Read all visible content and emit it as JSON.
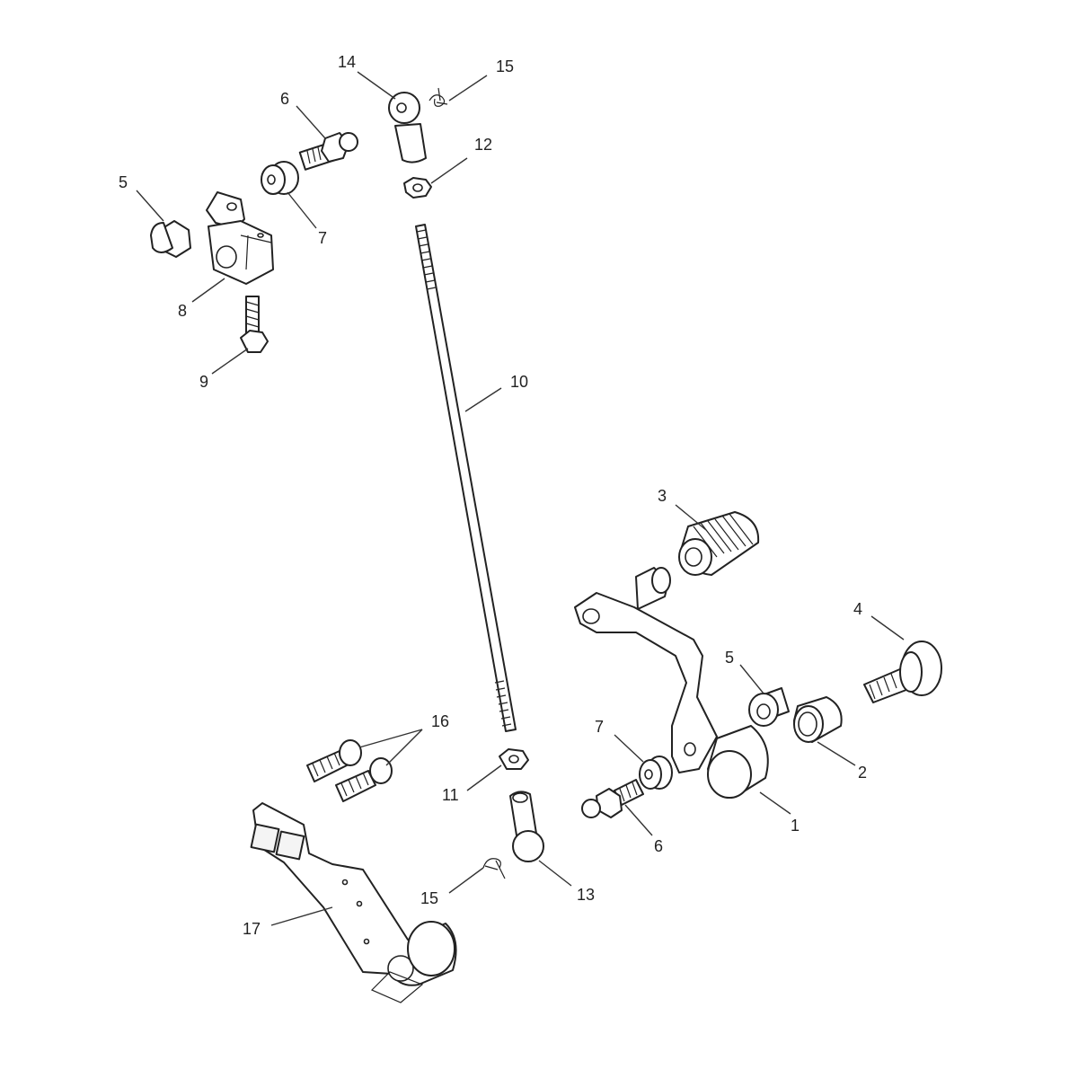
{
  "diagram": {
    "callouts": {
      "c1": "1",
      "c2": "2",
      "c3": "3",
      "c4": "4",
      "c5_top": "5",
      "c5_right": "5",
      "c6_top": "6",
      "c6_bottom": "6",
      "c7_top": "7",
      "c7_bottom": "7",
      "c8": "8",
      "c9": "9",
      "c10": "10",
      "c11": "11",
      "c12": "12",
      "c13": "13",
      "c14": "14",
      "c15_top": "15",
      "c15_bottom": "15",
      "c16": "16",
      "c17": "17"
    }
  }
}
